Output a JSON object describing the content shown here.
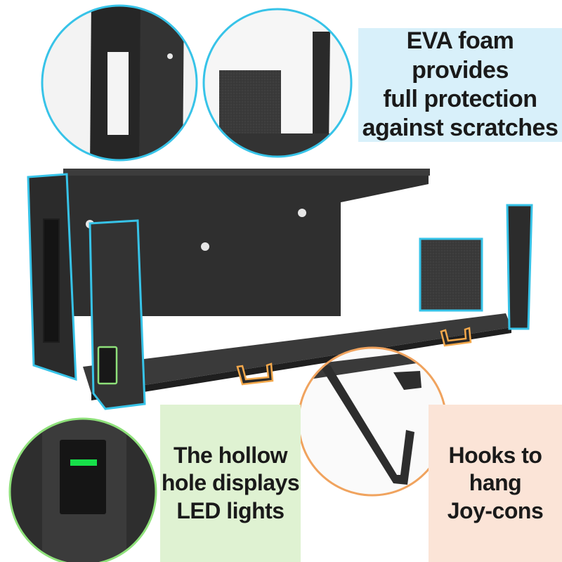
{
  "callouts": {
    "eva_foam": [
      "EVA foam provides",
      "full protection",
      "against scratches"
    ],
    "led_hole": [
      "The hollow",
      "hole displays",
      "LED lights"
    ],
    "hooks": [
      "Hooks to",
      "hang",
      "Joy-cons"
    ]
  },
  "colors": {
    "highlight_blue": "#37c3e8",
    "highlight_green": "#8ee07a",
    "highlight_orange": "#f0a35e",
    "led_green": "#17e04a",
    "hook_outline": "#f3a84b",
    "shelf_dark": "#2a2a2a",
    "panel_blue_bg": "#d8f0fa",
    "panel_green_bg": "#dff2d2",
    "panel_orange_bg": "#fbe4d7"
  },
  "icons": [
    "wall-mount-shelf-illustration",
    "zoom-circle-side-slot",
    "zoom-circle-foam-pad",
    "zoom-circle-led-hole",
    "zoom-circle-hook"
  ]
}
